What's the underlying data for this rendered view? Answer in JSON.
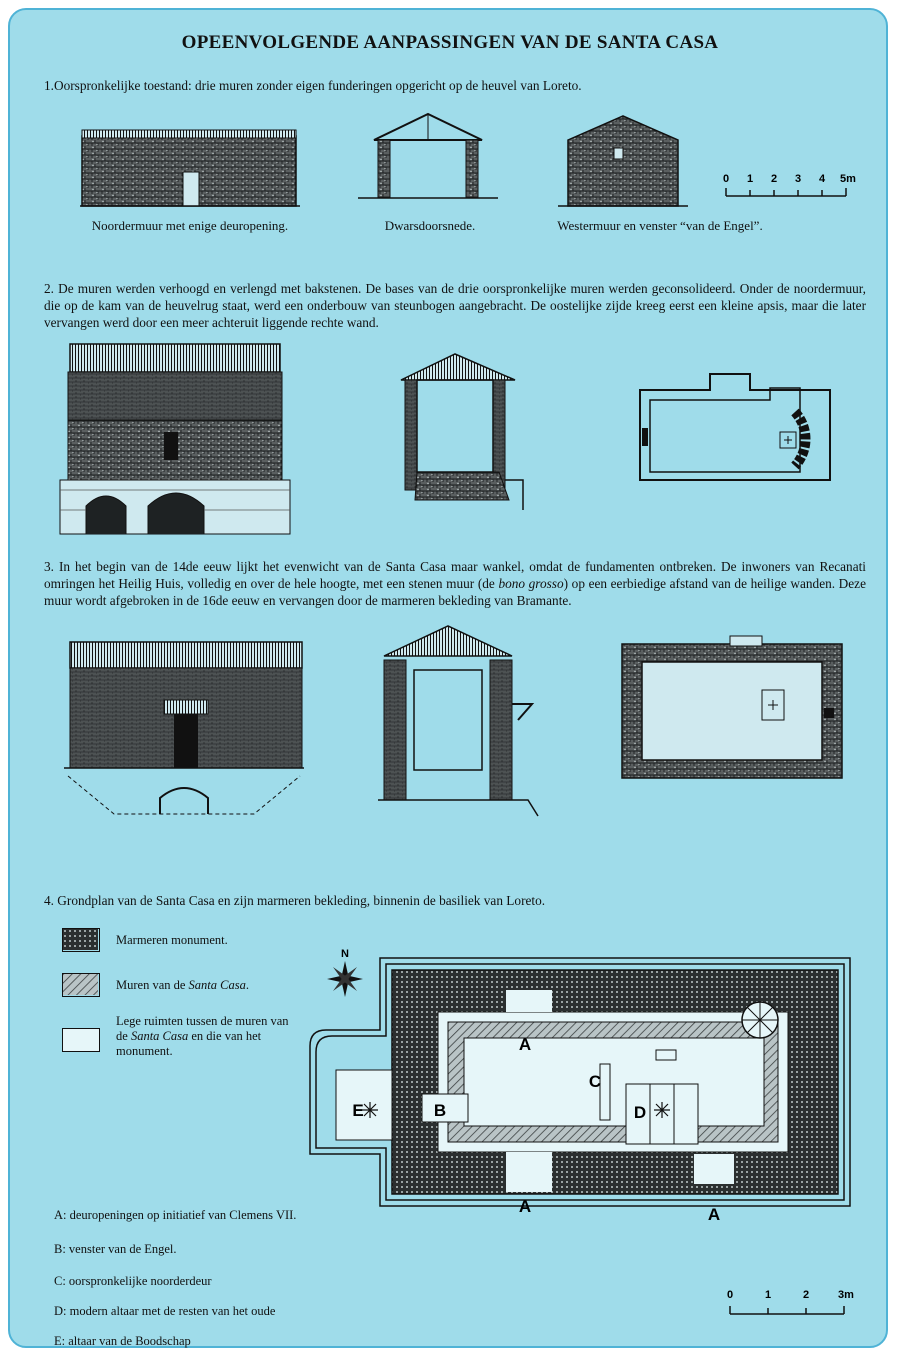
{
  "title": "OPEENVOLGENDE AANPASSINGEN VAN DE SANTA CASA",
  "section1": {
    "text": "1.Oorspronkelijke toestand: drie muren zonder eigen funderingen opgericht op de heuvel van Loreto.",
    "captions": [
      "Noordermuur met enige deuropening.",
      "Dwarsdoorsnede.",
      "Westermuur en venster “van de Engel”."
    ],
    "scale_labels": [
      "0",
      "1",
      "2",
      "3",
      "4",
      "5m"
    ]
  },
  "section2": {
    "text": "2. De muren werden verhoogd en verlengd met bakstenen. De bases van de drie oorspronkelijke muren werden geconsolideerd. Onder de noordermuur, die op de kam van de heuvelrug staat, werd een onderbouw van steunbogen aangebracht. De oostelijke zijde kreeg eerst een kleine apsis, maar die later vervangen werd door een meer achteruit liggende rechte wand."
  },
  "section3": {
    "text_before": "3. In het begin van de 14de eeuw lijkt het evenwicht van de Santa Casa maar wankel, omdat de fundamenten ontbreken. De inwoners van Recanati omringen het Heilig Huis, volledig en over de hele hoogte, met een stenen muur (de ",
    "text_italic": "bono grosso",
    "text_after": ") op een eerbiedige afstand van de heilige wanden. Deze muur wordt afgebroken in de 16de eeuw en vervangen door de marmeren bekleding van Bramante."
  },
  "section4": {
    "text": "4. Grondplan van de Santa Casa en zijn marmeren bekleding, binnenin de basiliek van Loreto.",
    "legend": [
      {
        "label": "Marmeren monument."
      },
      {
        "label_before": "Muren van de ",
        "label_italic": "Santa Casa",
        "label_after": "."
      },
      {
        "label_before": "Lege ruimten tussen de muren van de ",
        "label_italic": "Santa Casa",
        "label_after": " en die van het monument."
      }
    ],
    "compass": "N",
    "plan_letters": {
      "a1": "A",
      "a2": "A",
      "a3": "A",
      "b": "B",
      "c": "C",
      "d": "D",
      "e": "E"
    },
    "keys": [
      "A: deuropeningen op initiatief van Clemens VII.",
      "B: venster van de Engel.",
      "C: oorspronkelijke noorderdeur",
      "D: modern altaar met de resten van het oude",
      "E: altaar van de Boodschap"
    ],
    "scale_labels": [
      "0",
      "1",
      "2",
      "3m"
    ]
  },
  "colors": {
    "background": "#9fdcea",
    "border": "#4fb3d6",
    "ink": "#111111"
  }
}
